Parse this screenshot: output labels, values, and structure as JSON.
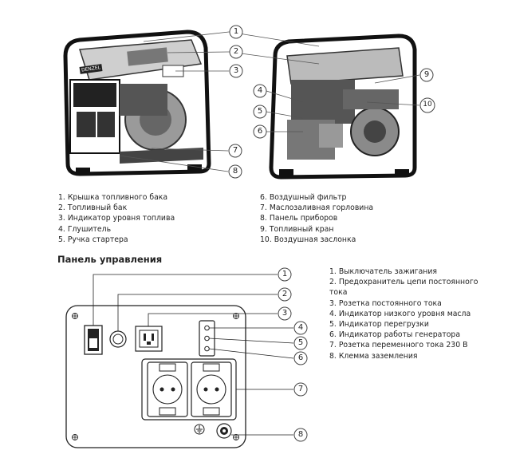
{
  "legend_top_left": [
    "1.  Крышка топливного бака",
    "2.  Топливный бак",
    "3.  Индикатор уровня топлива",
    "4.  Глушитель",
    "5.  Ручка стартера"
  ],
  "legend_top_right": [
    "6.  Воздушный фильтр",
    "7.  Маслозаливная горловина",
    "8.  Панель приборов",
    "9.  Топливный кран",
    "10. Воздушная заслонка"
  ],
  "panel_title": "Панель управления",
  "legend_panel": [
    "1. Выключатель зажигания",
    "2. Предохранитель цепи постоянного тока",
    "3. Розетка постоянного тока",
    "4. Индикатор низкого уровня масла",
    "5. Индикатор перегрузки",
    "6. Индикатор работы генератора",
    "7. Розетка переменного тока 230 В",
    "8. Клемма заземления"
  ],
  "callouts": {
    "c1": "1",
    "c2": "2",
    "c3": "3",
    "c4": "4",
    "c5": "5",
    "c6": "6",
    "c7": "7",
    "c8": "8",
    "c9": "9",
    "c10": "10",
    "p1": "1",
    "p2": "2",
    "p3": "3",
    "p4": "4",
    "p5": "5",
    "p6": "6",
    "p7": "7",
    "p8": "8"
  },
  "brand_mark": "DENZEL"
}
